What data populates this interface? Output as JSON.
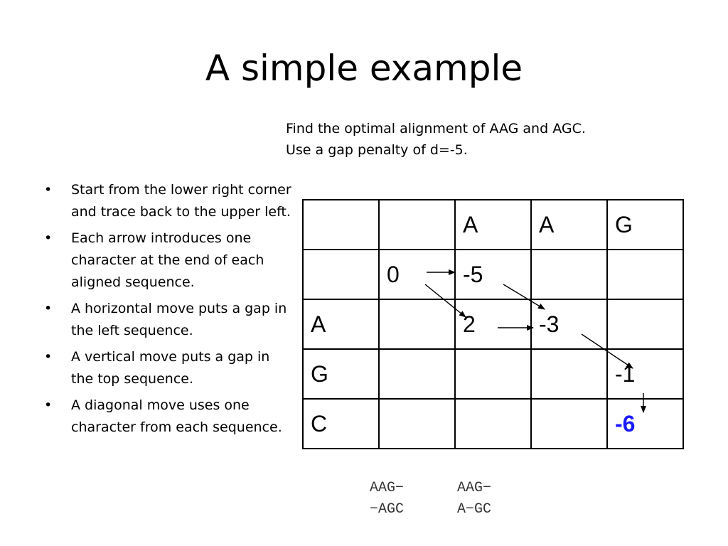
{
  "title": "A simple example",
  "prompt": {
    "line1": "Find the optimal alignment of AAG and AGC.",
    "line2": "Use a gap penalty of d=-5."
  },
  "bullets": [
    "Start from the lower right corner and trace back to the upper left.",
    "Each arrow introduces one character at the end of each aligned sequence.",
    "A horizontal move puts a gap in the left sequence.",
    "A vertical move puts a gap in the top sequence.",
    "A diagonal move uses one character from each sequence."
  ],
  "matrix": {
    "rows": [
      [
        "",
        "",
        "A",
        "A",
        "G"
      ],
      [
        "",
        "0",
        "-5",
        "",
        ""
      ],
      [
        "A",
        "",
        "2",
        "-3",
        ""
      ],
      [
        "G",
        "",
        "",
        "",
        "-1"
      ],
      [
        "C",
        "",
        "",
        "",
        "-6"
      ]
    ],
    "highlight_color": "#1a1aff"
  },
  "alignments": [
    {
      "top": "AAG−",
      "bottom": "−AGC"
    },
    {
      "top": "AAG−",
      "bottom": "A−GC"
    }
  ]
}
